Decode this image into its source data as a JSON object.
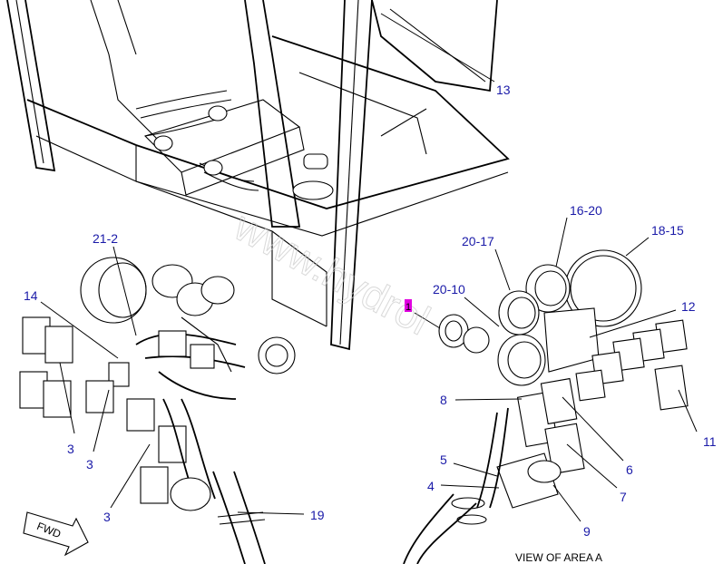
{
  "diagram": {
    "caption": "VIEW OF AREA  A",
    "watermark": "www.hydrol",
    "direction_arrow_label": "FWD",
    "area_marker": "1",
    "callouts": {
      "c13": "13",
      "c21_2": "21-2",
      "c14": "14",
      "c3a": "3",
      "c3b": "3",
      "c3c": "3",
      "c19": "19",
      "c20_17": "20-17",
      "c16_20": "16-20",
      "c18_15": "18-15",
      "c20_10": "20-10",
      "c12": "12",
      "c8": "8",
      "c11": "11",
      "c6": "6",
      "c5": "5",
      "c4": "4",
      "c7": "7",
      "c9": "9"
    },
    "colors": {
      "callout": "#1a1aa8",
      "marker": "#e000e0",
      "line": "#000000"
    }
  }
}
